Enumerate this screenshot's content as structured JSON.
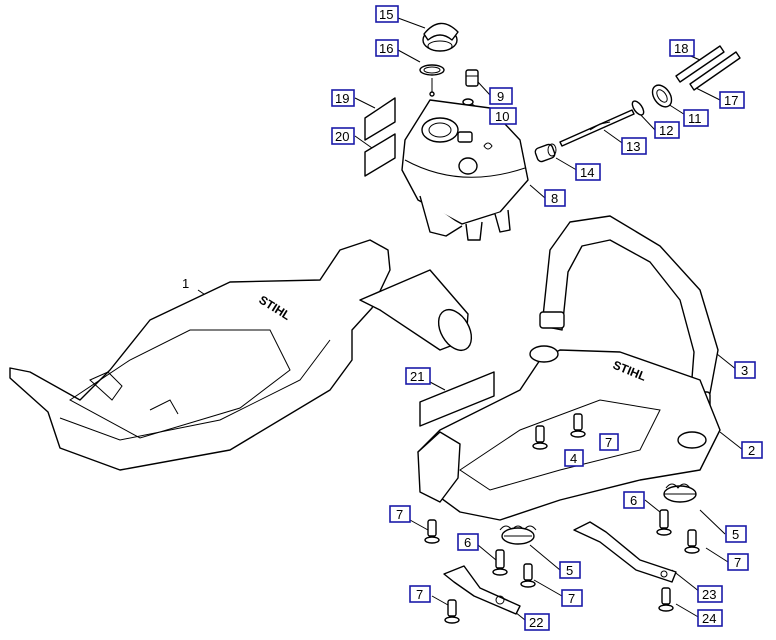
{
  "diagram": {
    "brand_text": "STIHL",
    "callout_color": "#1a1aa8",
    "plain_labels": [
      "1"
    ],
    "callouts": [
      "15",
      "16",
      "9",
      "10",
      "19",
      "20",
      "8",
      "18",
      "17",
      "11",
      "12",
      "13",
      "14",
      "3",
      "2",
      "21",
      "4",
      "7",
      "7",
      "5",
      "6",
      "7",
      "6",
      "5",
      "7",
      "7",
      "22",
      "23",
      "24"
    ]
  }
}
